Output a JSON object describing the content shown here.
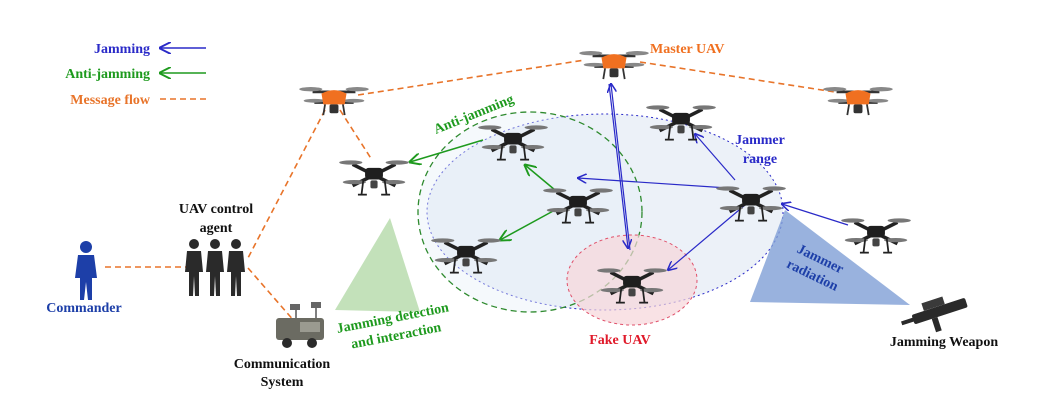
{
  "legend": {
    "jamming": {
      "label": "Jamming",
      "color": "#2a2ac8"
    },
    "anti_jamming": {
      "label": "Anti-jamming",
      "color": "#1e9a1e"
    },
    "message_flow": {
      "label": "Message flow",
      "color": "#e8742a"
    }
  },
  "labels": {
    "master_uav": "Master UAV",
    "anti_jamming_zone": "Anti-jamming",
    "jammer_range_line1": "Jammer",
    "jammer_range_line2": "range",
    "jammer_radiation_line1": "Jammer",
    "jammer_radiation_line2": "radiation",
    "uav_control_line1": "UAV control",
    "uav_control_line2": "agent",
    "commander": "Commander",
    "comm_system_line1": "Communication",
    "comm_system_line2": "System",
    "jamming_detection_line1": "Jamming detection",
    "jamming_detection_line2": "and interaction",
    "fake_uav": "Fake UAV",
    "jamming_weapon": "Jamming Weapon"
  },
  "colors": {
    "orange_uav": "#f07020",
    "black_uav": "#1e1e1e",
    "label_blue": "#1d3fa8",
    "label_red": "#e01a2a",
    "jammer_region": "#dfe8f4",
    "fake_region": "#f6d6da",
    "radiation": "#7f9fd6",
    "detection": "#b8dcae"
  }
}
